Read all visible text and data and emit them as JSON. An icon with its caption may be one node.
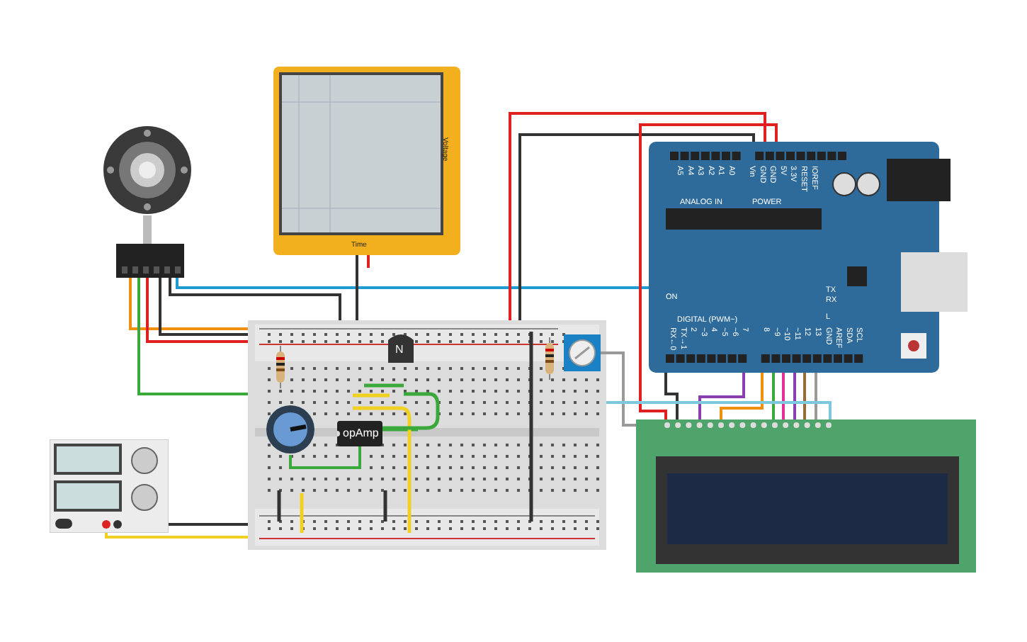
{
  "diagram": {
    "nodes": [
      {
        "text": [],
        "shape": "picture"
      },
      {
        "text": [],
        "shape": "box"
      },
      {
        "text": [
          "Voltage",
          "Time"
        ]
      },
      {
        "text": [],
        "shape": "picture"
      },
      {
        "text": [],
        "shape": "picture",
        "in": 3
      },
      {
        "text": [
          "N"
        ],
        "in": 3
      },
      {
        "text": [],
        "shape": "picture",
        "in": 3
      },
      {
        "text": [
          "opAmp"
        ],
        "in": 3
      },
      {
        "text": [],
        "shape": "picture",
        "in": 3
      },
      {
        "text": [],
        "shape": "picture",
        "in": 3
      },
      {
        "text": [],
        "shape": "picture"
      },
      {
        "text": [],
        "shape": "picture"
      },
      {
        "text": [],
        "shape": "picture"
      }
    ],
    "edges": [
      {
        "from": 0,
        "to": 1,
        "arrow": "none",
        "style": "thick",
        "color": "#bbbbbb"
      },
      {
        "from": 1,
        "to": 11,
        "arrow": "none",
        "color": "#1f9bd1"
      },
      {
        "from": 1,
        "to": 3,
        "arrow": "none",
        "color": "#f0900f"
      },
      {
        "from": 1,
        "to": 3,
        "arrow": "none",
        "color": "#3aa83a"
      },
      {
        "from": 1,
        "to": 3,
        "arrow": "none",
        "color": "#e02020"
      },
      {
        "from": 1,
        "to": 3,
        "arrow": "none",
        "color": "#333333"
      },
      {
        "from": 1,
        "to": 3,
        "arrow": "none",
        "color": "#333333"
      },
      {
        "from": 2,
        "to": 3,
        "arrow": "none",
        "color": "#333333"
      },
      {
        "from": 2,
        "to": null,
        "arrow": "none",
        "color": "#e02020"
      },
      {
        "from": 11,
        "to": 3,
        "arrow": "none",
        "color": "#e02020"
      },
      {
        "from": 11,
        "to": 3,
        "arrow": "none",
        "color": "#333333"
      },
      {
        "from": 11,
        "to": 12,
        "arrow": "none",
        "color": "#e02020"
      },
      {
        "from": 11,
        "to": 12,
        "arrow": "none",
        "color": "#333333"
      },
      {
        "from": 11,
        "to": 12,
        "arrow": "none",
        "color": "#8a3fb0"
      },
      {
        "from": 11,
        "to": 12,
        "arrow": "none",
        "color": "#f0900f"
      },
      {
        "from": 11,
        "to": 12,
        "arrow": "none",
        "color": "#3aa83a"
      },
      {
        "from": 11,
        "to": 12,
        "arrow": "none",
        "color": "#e0309a"
      },
      {
        "from": 11,
        "to": 12,
        "arrow": "none",
        "color": "#8a3fb0"
      },
      {
        "from": 11,
        "to": 12,
        "arrow": "none",
        "color": "#9a6a3a"
      },
      {
        "from": 11,
        "to": 12,
        "arrow": "none",
        "color": "#999999"
      },
      {
        "from": 9,
        "to": 12,
        "arrow": "none",
        "color": "#999999"
      },
      {
        "from": 3,
        "to": 12,
        "arrow": "none",
        "color": "#7cc8dc"
      },
      {
        "from": 10,
        "to": 3,
        "arrow": "none",
        "color": "#333333"
      },
      {
        "from": 10,
        "to": 3,
        "arrow": "none",
        "color": "#f0d020"
      },
      {
        "from": 6,
        "to": 7,
        "arrow": "none",
        "color": "#3aa83a"
      }
    ],
    "labels": [
      "A5",
      "A4",
      "A3",
      "A2",
      "A1",
      "A0",
      "ANALOG IN",
      "Vin",
      "GND",
      "GND",
      "5V",
      "3.3V",
      "RESET",
      "IOREF",
      "POWER",
      "ON",
      "TX",
      "RX",
      "L",
      "DIGITAL (PWM~)",
      "RX←0",
      "TX→1",
      "2",
      "~3",
      "4",
      "~5",
      "~6",
      "7",
      "8",
      "~9",
      "~10",
      "~11",
      "12",
      "13",
      "GND",
      "AREF",
      "SDA",
      "SCL"
    ]
  }
}
